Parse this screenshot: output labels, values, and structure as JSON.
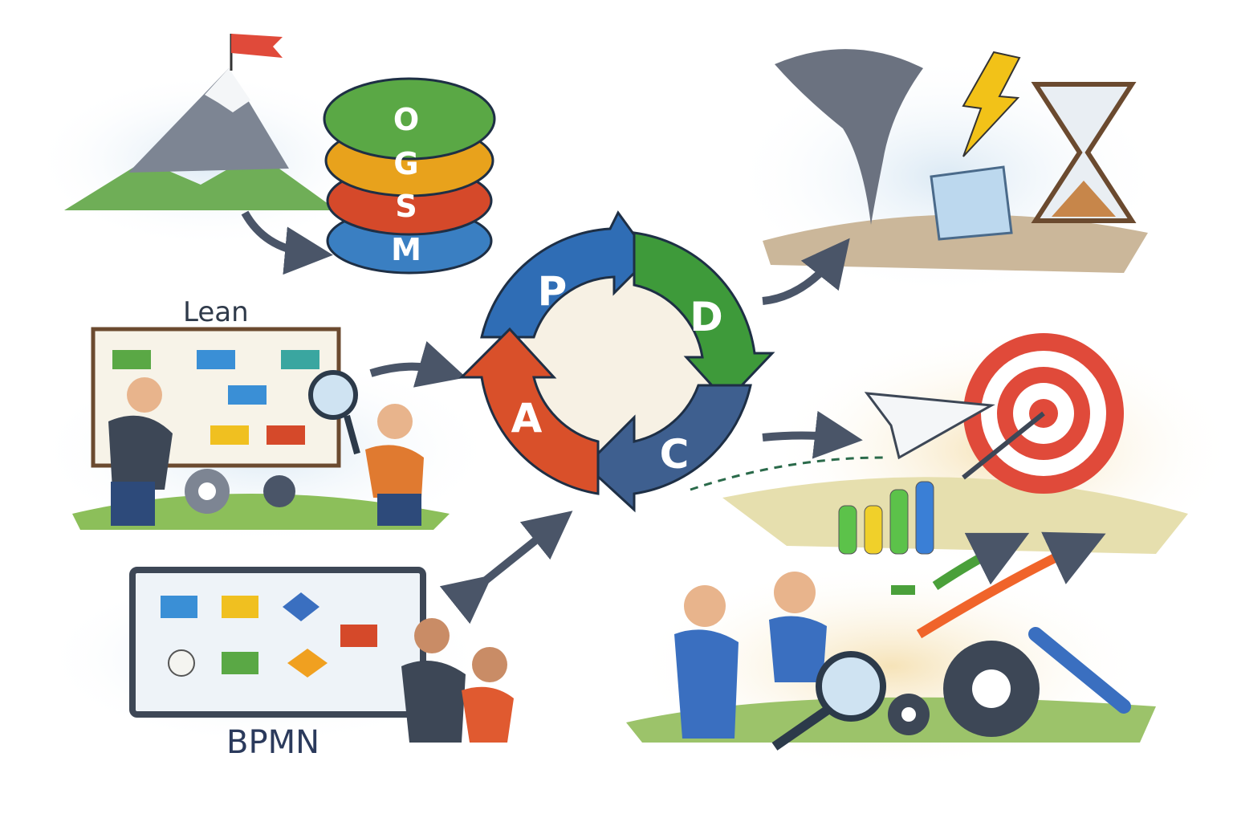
{
  "ogsm": {
    "letters": [
      "O",
      "G",
      "S",
      "M"
    ],
    "colors": [
      "#5aa845",
      "#e8a21c",
      "#d5492a",
      "#3a7fc2"
    ]
  },
  "pdca": {
    "letters": [
      "P",
      "D",
      "C",
      "A"
    ],
    "colors": [
      "#2f6db5",
      "#3e9a3a",
      "#3e5f8f",
      "#d9502a"
    ]
  },
  "labels": {
    "lean": "Lean",
    "bpmn": "BPMN"
  }
}
